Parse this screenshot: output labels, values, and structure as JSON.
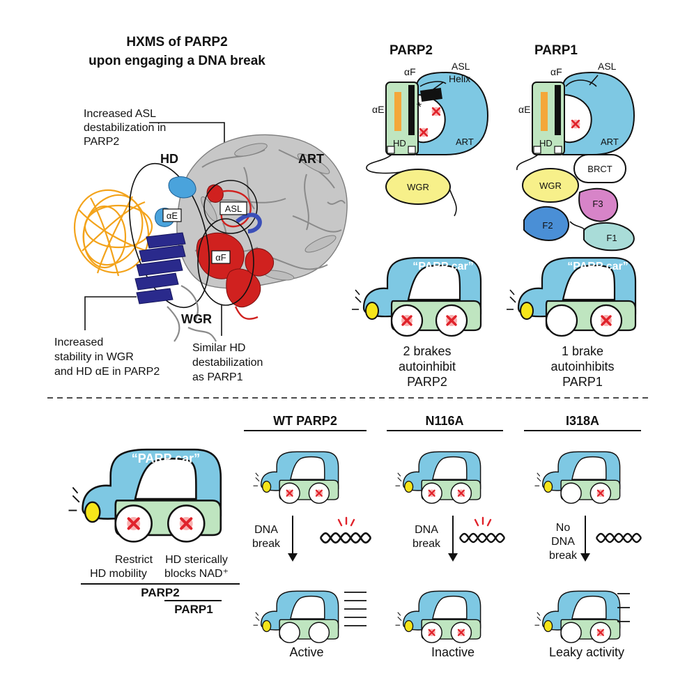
{
  "figure": {
    "hxms_title_line1": "HXMS of PARP2",
    "hxms_title_line2": "upon engaging a DNA break",
    "note_asl_line1": "Increased ASL",
    "note_asl_line2": "destabilization in",
    "note_asl_line3": "PARP2",
    "label_hd": "HD",
    "label_art": "ART",
    "label_wgr": "WGR",
    "label_ae": "αE",
    "label_af": "αF",
    "label_asl": "ASL",
    "note_wgr_line1": "Increased",
    "note_wgr_line2": "stability in WGR",
    "note_wgr_line3": "and HD αE in PARP2",
    "note_hd_line1": "Similar HD",
    "note_hd_line2": "destabilization",
    "note_hd_line3": "as PARP1"
  },
  "domains": {
    "parp2_title": "PARP2",
    "parp1_title": "PARP1",
    "ae": "αE",
    "af": "αF",
    "asl": "ASL",
    "helix": "Helix",
    "hd": "HD",
    "art": "ART",
    "wgr": "WGR",
    "brct": "BRCT",
    "f3": "F3",
    "f2": "F2",
    "f1": "F1",
    "asterisk": "*"
  },
  "cars": {
    "car_label": "“PARP car”",
    "parp2_cap_line1": "2 brakes",
    "parp2_cap_line2": "autoinhibit",
    "parp2_cap_line3": "PARP2",
    "parp1_cap_line1": "1 brake",
    "parp1_cap_line2": "autoinhibits",
    "parp1_cap_line3": "PARP1"
  },
  "legend": {
    "brake1_line1": "Restrict",
    "brake1_line2": "HD mobility",
    "brake2_line1": "HD sterically",
    "brake2_line2": "blocks NAD⁺",
    "parp2": "PARP2",
    "parp1": "PARP1"
  },
  "panels": [
    {
      "title": "WT PARP2",
      "arrow_line1": "DNA",
      "arrow_line2": "break",
      "arrow_line3": "",
      "result": "Active"
    },
    {
      "title": "N116A",
      "arrow_line1": "DNA",
      "arrow_line2": "break",
      "arrow_line3": "",
      "result": "Inactive"
    },
    {
      "title": "I318A",
      "arrow_line1": "No",
      "arrow_line2": "DNA",
      "arrow_line3": "break",
      "result": "Leaky activity"
    }
  ],
  "colors": {
    "car_body": "#7ec8e3",
    "car_base": "#bfe5c0",
    "lamp": "#f6e51a",
    "brake_x": "#e0222a",
    "dna": "#f3a31b",
    "hd_dark": "#2a2a8c",
    "hd_light": "#4aa3dc",
    "art_red": "#d0211f",
    "wgr_yellow": "#f7f08a",
    "f3_pink": "#d784c8",
    "f2_blue": "#4a8fd6",
    "f1_teal": "#a9dcd8",
    "helix_orange": "#f4a73a"
  }
}
